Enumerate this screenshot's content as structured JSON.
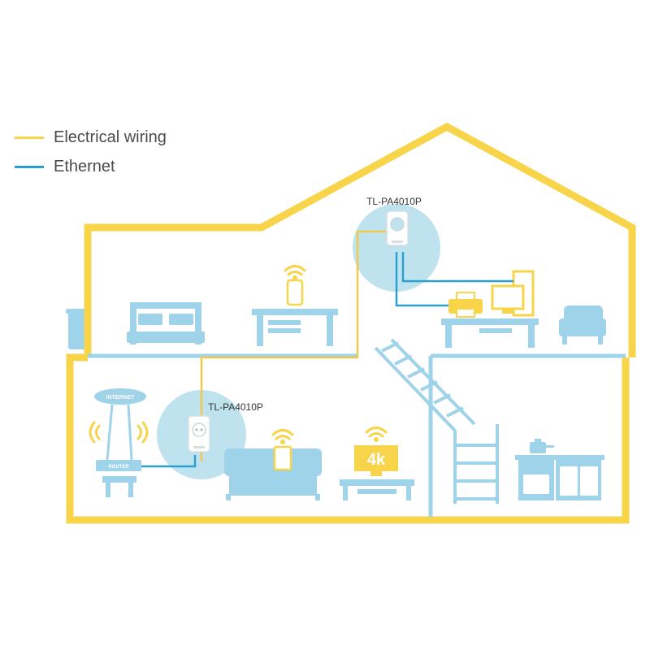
{
  "legend": {
    "items": [
      {
        "label": "Electrical wiring",
        "color": "#f7d44a"
      },
      {
        "label": "Ethernet",
        "color": "#2a9fd0"
      }
    ]
  },
  "devices": {
    "upstairs_adapter": "TL-PA4010P",
    "downstairs_adapter": "TL-PA4010P"
  },
  "labels": {
    "internet": "INTERNET",
    "router": "ROUTER",
    "tv": "4k"
  },
  "colors": {
    "house_outline": "#f7d44a",
    "wiring": "#f2c94c",
    "ethernet": "#2a9fd0",
    "furniture": "#9ed3ea",
    "adapter_halo": "#bfe3ee",
    "accent_device": "#f7d44a"
  },
  "icons": [
    "wifi-icon",
    "router-icon",
    "internet-cloud-icon",
    "printer-icon",
    "computer-icon",
    "tv-icon",
    "phone-icon",
    "powerline-adapter-icon"
  ]
}
